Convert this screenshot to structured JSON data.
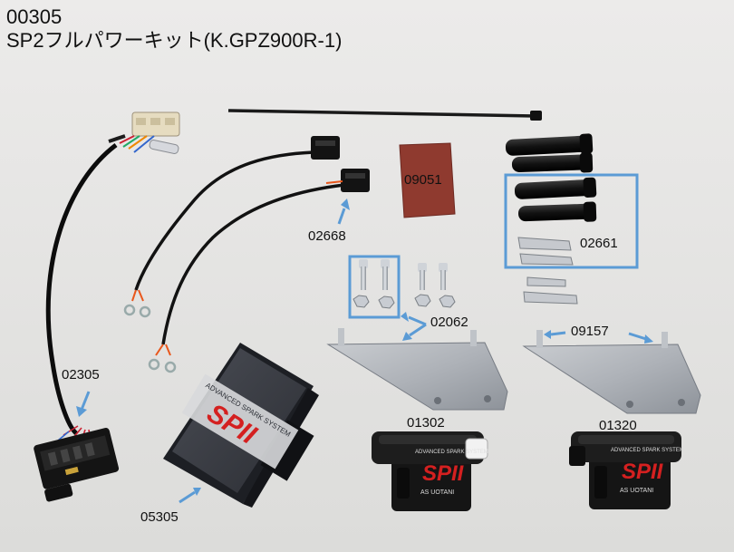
{
  "title": {
    "code": "00305",
    "name": "SP2フルパワーキット(K.GPZ900R-1)"
  },
  "parts": [
    {
      "id": "p-02305",
      "label": "02305"
    },
    {
      "id": "p-02668",
      "label": "02668"
    },
    {
      "id": "p-09051",
      "label": "09051"
    },
    {
      "id": "p-02661",
      "label": "02661"
    },
    {
      "id": "p-02062",
      "label": "02062"
    },
    {
      "id": "p-09157",
      "label": "09157"
    },
    {
      "id": "p-01302",
      "label": "01302"
    },
    {
      "id": "p-01320",
      "label": "01320"
    },
    {
      "id": "p-05305",
      "label": "05305"
    }
  ],
  "product_print": {
    "system": "ADVANCED SPARK SYSTEM",
    "logo": "SPII",
    "maker": "AS UOTANI"
  },
  "colors": {
    "background": "#e9e9e7",
    "highlight_box": "#5b9bd5",
    "arrow": "#5b9bd5",
    "logo_red": "#d42020"
  }
}
